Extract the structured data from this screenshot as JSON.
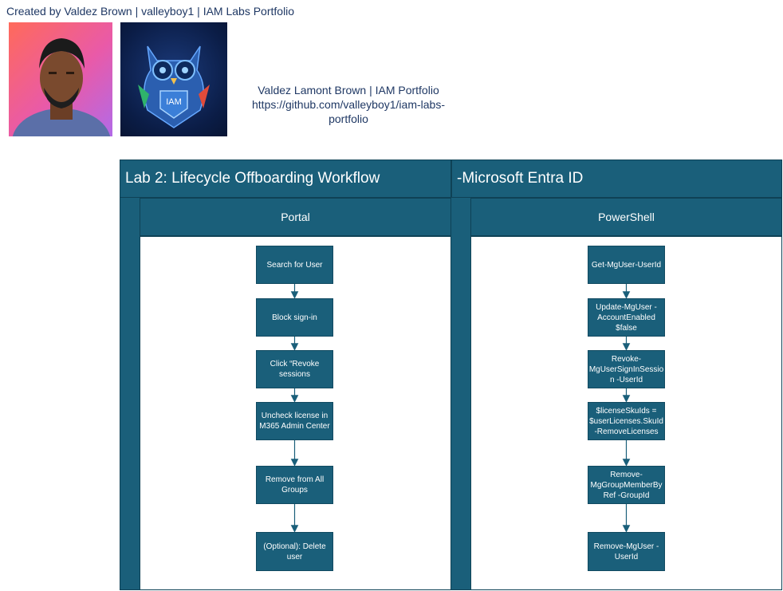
{
  "header": {
    "credit": "Created by Valdez Brown | valleyboy1 | IAM Labs Portfolio",
    "portfolio_line1": "Valdez Lamont Brown | IAM Portfolio",
    "portfolio_line2": "https://github.com/valleyboy1/iam-labs-",
    "portfolio_line3": "portfolio",
    "logo_text": "IAM"
  },
  "diagram": {
    "title_left": "Lab 2: Lifecycle Offboarding Workflow",
    "title_right": "-Microsoft Entra ID",
    "lanes": [
      {
        "label": "Portal",
        "steps": [
          [
            "Search for User"
          ],
          [
            "Block sign-in"
          ],
          [
            "Click “Revoke",
            "sessions"
          ],
          [
            "Uncheck license in",
            "M365 Admin Center"
          ],
          [
            "Remove from All",
            "Groups"
          ],
          [
            "(Optional): Delete",
            "user"
          ]
        ]
      },
      {
        "label": "PowerShell",
        "steps": [
          [
            "Get-MgUser-UserId"
          ],
          [
            "Update-MgUser -",
            "AccountEnabled",
            "$false"
          ],
          [
            "Revoke-",
            "MgUserSignInSessio",
            "n -UserId"
          ],
          [
            "$licenseSkuIds =",
            "$userLicenses.SkuId",
            "-RemoveLicenses"
          ],
          [
            "Remove-",
            "MgGroupMemberBy",
            "Ref -GroupId"
          ],
          [
            "Remove-MgUser -",
            "UserId"
          ]
        ]
      }
    ]
  },
  "colors": {
    "band": "#1a5f7a",
    "text_dark": "#1f3864"
  }
}
